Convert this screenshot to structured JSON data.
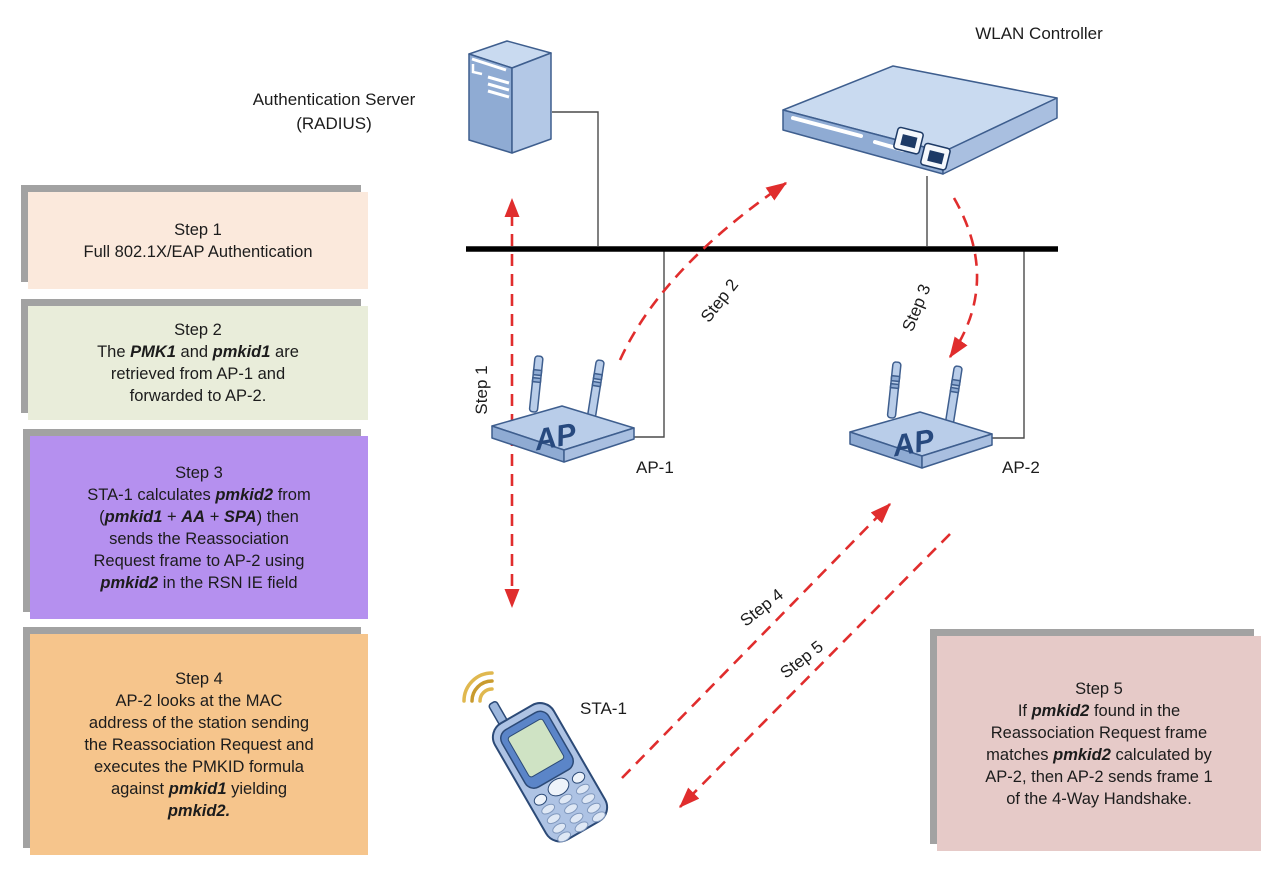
{
  "diagram": {
    "device_labels": {
      "auth_server": "Authentication Server (RADIUS)",
      "wlan_controller": "WLAN Controller",
      "ap1": "AP-1",
      "ap2": "AP-2",
      "sta1": "STA-1",
      "ap_badge": "AP"
    },
    "arrow_labels": [
      {
        "label": "Step 1"
      },
      {
        "label": "Step 2"
      },
      {
        "label": "Step 3"
      },
      {
        "label": "Step 4"
      },
      {
        "label": "Step 5"
      }
    ]
  },
  "steps": [
    {
      "title": "Step 1",
      "bg": "#fbe9dc",
      "segments": [
        {
          "t": "Full 802.1X/EAP Authentication",
          "b": 0
        }
      ]
    },
    {
      "title": "Step 2",
      "bg": "#e9edda",
      "segments": [
        {
          "t": "The ",
          "b": 0
        },
        {
          "t": "PMK1",
          "b": 1
        },
        {
          "t": " and ",
          "b": 0
        },
        {
          "t": "pmkid1",
          "b": 1
        },
        {
          "t": " are",
          "b": 0
        },
        {
          "br": 1
        },
        {
          "t": "retrieved from AP-1 and",
          "b": 0
        },
        {
          "br": 1
        },
        {
          "t": "forwarded to AP-2.",
          "b": 0
        }
      ]
    },
    {
      "title": "Step 3",
      "bg": "#b590ef",
      "segments": [
        {
          "t": "STA-1 calculates ",
          "b": 0
        },
        {
          "t": "pmkid2",
          "b": 1
        },
        {
          "t": " from",
          "b": 0
        },
        {
          "br": 1
        },
        {
          "t": "(",
          "b": 0
        },
        {
          "t": "pmkid1",
          "b": 1
        },
        {
          "t": " + ",
          "b": 0
        },
        {
          "t": "AA",
          "b": 1
        },
        {
          "t": " + ",
          "b": 0
        },
        {
          "t": "SPA",
          "b": 1
        },
        {
          "t": ") then",
          "b": 0
        },
        {
          "br": 1
        },
        {
          "t": "sends the Reassociation",
          "b": 0
        },
        {
          "br": 1
        },
        {
          "t": "Request frame to AP-2 using",
          "b": 0
        },
        {
          "br": 1
        },
        {
          "t": "pmkid2",
          "b": 1
        },
        {
          "t": " in the RSN IE field",
          "b": 0
        }
      ]
    },
    {
      "title": "Step 4",
      "bg": "#f6c58c",
      "segments": [
        {
          "t": "AP-2 looks at the MAC",
          "b": 0
        },
        {
          "br": 1
        },
        {
          "t": "address of the station sending",
          "b": 0
        },
        {
          "br": 1
        },
        {
          "t": "the Reassociation Request and",
          "b": 0
        },
        {
          "br": 1
        },
        {
          "t": "executes the PMKID formula",
          "b": 0
        },
        {
          "br": 1
        },
        {
          "t": "against ",
          "b": 0
        },
        {
          "t": "pmkid1",
          "b": 1
        },
        {
          "t": " yielding",
          "b": 0
        },
        {
          "br": 1
        },
        {
          "t": "pmkid2.",
          "b": 1
        }
      ]
    },
    {
      "title": "Step 5",
      "bg": "#e6cac8",
      "segments": [
        {
          "t": "If ",
          "b": 0
        },
        {
          "t": "pmkid2",
          "b": 1
        },
        {
          "t": " found in the",
          "b": 0
        },
        {
          "br": 1
        },
        {
          "t": "Reassociation Request frame",
          "b": 0
        },
        {
          "br": 1
        },
        {
          "t": "matches ",
          "b": 0
        },
        {
          "t": "pmkid2",
          "b": 1
        },
        {
          "t": " calculated by",
          "b": 0
        },
        {
          "br": 1
        },
        {
          "t": "AP-2, then AP-2 sends frame 1",
          "b": 0
        },
        {
          "br": 1
        },
        {
          "t": "of the 4-Way Handshake.",
          "b": 0
        }
      ]
    }
  ],
  "colors": {
    "arrow_red": "#e02d2d",
    "box_shadow": "#a2a2a2",
    "bus_black": "#000000",
    "device_front": "#8fabd3",
    "device_top": "#c9daf0",
    "device_side": "#b3c8e6",
    "device_stroke": "#3e5e8e",
    "ap_text_navy": "#27497e",
    "wave_gold": "#d8b04a",
    "phone_screen_green": "#cfe3c4"
  }
}
